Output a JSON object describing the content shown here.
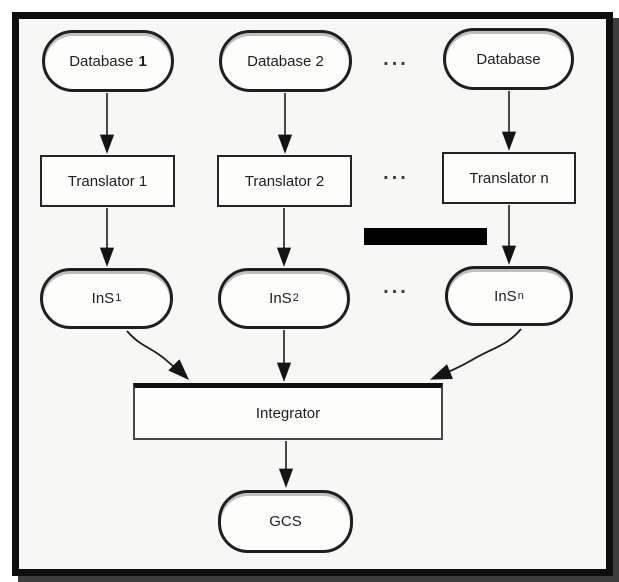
{
  "diagram": {
    "ellipsis": "...",
    "nodes": {
      "database1": {
        "label": "Database",
        "num": "1"
      },
      "database2": {
        "label": "Database 2"
      },
      "databaseN": {
        "label": "Database"
      },
      "translator1": {
        "label": "Translator 1"
      },
      "translator2": {
        "label": "Translator 2"
      },
      "translatorN": {
        "label": "Translator n"
      },
      "ins1": {
        "base": "InS",
        "sub": "1"
      },
      "ins2": {
        "base": "InS",
        "sub": "2"
      },
      "insN": {
        "base": "InS",
        "sub": "n"
      },
      "integrator": {
        "label": "Integrator"
      },
      "gcs": {
        "label": "GCS"
      }
    },
    "edges": [
      {
        "from": "Database 1",
        "to": "Translator 1"
      },
      {
        "from": "Database 2",
        "to": "Translator 2"
      },
      {
        "from": "Database",
        "to": "Translator n"
      },
      {
        "from": "Translator 1",
        "to": "InS1"
      },
      {
        "from": "Translator 2",
        "to": "InS2"
      },
      {
        "from": "Translator n",
        "to": "InSn"
      },
      {
        "from": "InS1",
        "to": "Integrator"
      },
      {
        "from": "InS2",
        "to": "Integrator"
      },
      {
        "from": "InSn",
        "to": "Integrator"
      },
      {
        "from": "Integrator",
        "to": "GCS"
      }
    ],
    "colors": {
      "frame_border": "#0e0e0e",
      "frame_shadow": "#3e3e3e",
      "canvas_bg": "#f7f7f5",
      "node_fill": "#fdfdfc",
      "node_border": "#1f1f1f",
      "redaction_bar": "#000000",
      "arrow": "#1c1c1c"
    }
  }
}
